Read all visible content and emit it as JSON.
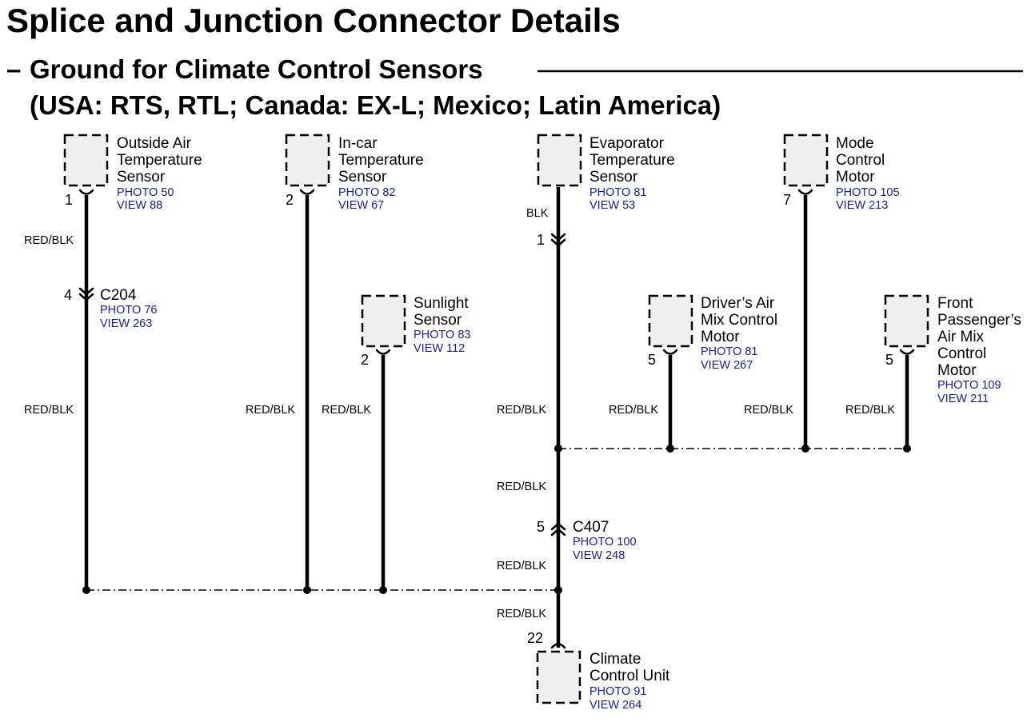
{
  "header": {
    "title": "Splice and Junction Connector Details",
    "subtitle_dash": "–",
    "subtitle_line1": "Ground for Climate Control Sensors",
    "subtitle_line2": "(USA: RTS, RTL; Canada: EX-L; Mexico; Latin America)"
  },
  "components": {
    "outside_air": {
      "name_lines": [
        "Outside Air",
        "Temperature",
        "Sensor"
      ],
      "photo": "PHOTO 50",
      "view": "VIEW 88",
      "pin": "1"
    },
    "in_car": {
      "name_lines": [
        "In-car",
        "Temperature",
        "Sensor"
      ],
      "photo": "PHOTO 82",
      "view": "VIEW 67",
      "pin": "2"
    },
    "evaporator": {
      "name_lines": [
        "Evaporator",
        "Temperature",
        "Sensor"
      ],
      "photo": "PHOTO 81",
      "view": "VIEW 53"
    },
    "mode_control": {
      "name_lines": [
        "Mode",
        "Control",
        "Motor"
      ],
      "photo": "PHOTO 105",
      "view": "VIEW 213",
      "pin": "7"
    },
    "sunlight": {
      "name_lines": [
        "Sunlight",
        "Sensor"
      ],
      "photo": "PHOTO 83",
      "view": "VIEW 112",
      "pin": "2"
    },
    "drivers_air_mix": {
      "name_lines": [
        "Driver’s Air",
        "Mix Control",
        "Motor"
      ],
      "photo": "PHOTO 81",
      "view": "VIEW 267",
      "pin": "5"
    },
    "front_pass_air_mix": {
      "name_lines": [
        "Front",
        "Passenger’s",
        "Air Mix",
        "Control",
        "Motor"
      ],
      "photo": "PHOTO 109",
      "view": "VIEW 211",
      "pin": "5"
    },
    "climate_control_unit": {
      "name_lines": [
        "Climate",
        "Control Unit"
      ],
      "photo": "PHOTO 91",
      "view": "VIEW 264",
      "pin": "22"
    }
  },
  "connectors": {
    "c204": {
      "name": "C204",
      "pin": "4",
      "photo": "PHOTO 76",
      "view": "VIEW 263"
    },
    "c407": {
      "name": "C407",
      "pin": "5",
      "photo": "PHOTO 100",
      "view": "VIEW 248"
    },
    "evap_inline": {
      "pin": "1"
    }
  },
  "wire_labels": {
    "red_blk": "RED/BLK",
    "blk": "BLK"
  }
}
